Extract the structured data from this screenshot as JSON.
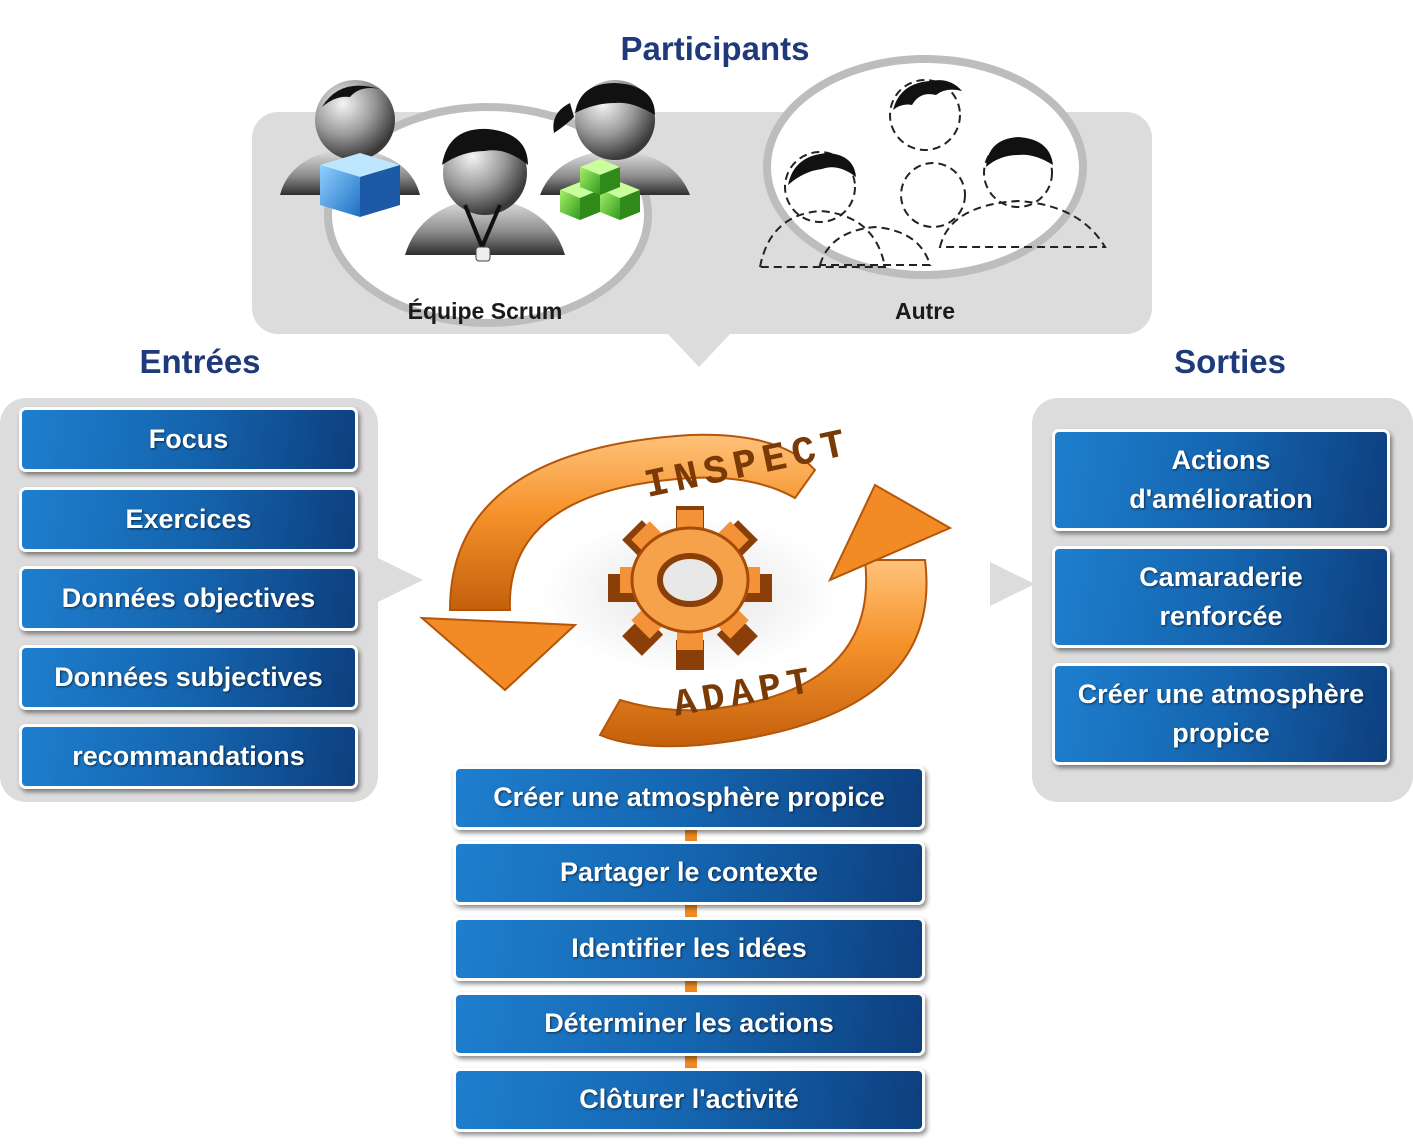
{
  "participants": {
    "title": "Participants",
    "scrum_team_label": "Équipe Scrum",
    "other_label": "Autre"
  },
  "inputs": {
    "title": "Entrées",
    "items": [
      "Focus",
      "Exercices",
      "Données objectives",
      "Données subjectives",
      "recommandations"
    ]
  },
  "outputs": {
    "title": "Sorties",
    "items": [
      "Actions d'amélioration",
      "Camaraderie renforcée",
      "Créer une atmosphère propice"
    ]
  },
  "cycle": {
    "inspect_label": "INSPECT",
    "adapt_label": "ADAPT"
  },
  "steps": [
    "Créer une atmosphère propice",
    "Partager le contexte",
    "Identifier les idées",
    "Déterminer les actions",
    "Clôturer l'activité"
  ],
  "colors": {
    "heading": "#1f3a7a",
    "box_blue": "#1565b0",
    "cycle_orange": "#f08a24",
    "panel_gray": "#dcdcdc"
  }
}
